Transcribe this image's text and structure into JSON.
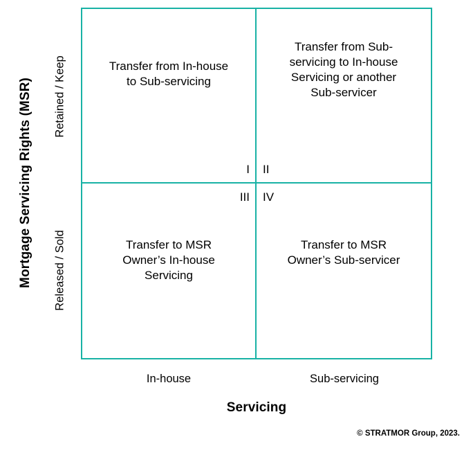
{
  "figure": {
    "y_axis": {
      "title": "Mortgage Servicing Rights (MSR)",
      "ticks": [
        {
          "label": "Retained / Keep"
        },
        {
          "label": "Released / Sold"
        }
      ]
    },
    "x_axis": {
      "title": "Servicing",
      "ticks": [
        {
          "label": "In-house"
        },
        {
          "label": "Sub-servicing"
        }
      ]
    },
    "quadrants": [
      {
        "numeral": "I",
        "text": "Transfer from In-house to Sub-servicing"
      },
      {
        "numeral": "II",
        "text": "Transfer from Sub-servicing to In-house Servicing or another Sub-servicer"
      },
      {
        "numeral": "III",
        "text": "Transfer to MSR Owner’s In-house Servicing"
      },
      {
        "numeral": "IV",
        "text": "Transfer to MSR Owner’s Sub-servicer"
      }
    ],
    "colors": {
      "border": "#18b2a5",
      "text": "#000000",
      "background": "#ffffff"
    },
    "copyright": "© STRATMOR Group, 2023."
  },
  "chart_data": {
    "type": "table",
    "title": "",
    "xlabel": "Servicing",
    "ylabel": "Mortgage Servicing Rights (MSR)",
    "categories": [
      "In-house",
      "Sub-servicing"
    ],
    "rows": [
      "Retained / Keep",
      "Released / Sold"
    ],
    "cells": [
      {
        "quadrant": "I",
        "row": "Retained / Keep",
        "column": "In-house",
        "value": "Transfer from In-house to Sub-servicing"
      },
      {
        "quadrant": "II",
        "row": "Retained / Keep",
        "column": "Sub-servicing",
        "value": "Transfer from Sub-servicing to In-house Servicing or another Sub-servicer"
      },
      {
        "quadrant": "III",
        "row": "Released / Sold",
        "column": "In-house",
        "value": "Transfer to MSR Owner’s In-house Servicing"
      },
      {
        "quadrant": "IV",
        "row": "Released / Sold",
        "column": "Sub-servicing",
        "value": "Transfer to MSR Owner’s Sub-servicer"
      }
    ],
    "grid": true,
    "legend": "none"
  }
}
